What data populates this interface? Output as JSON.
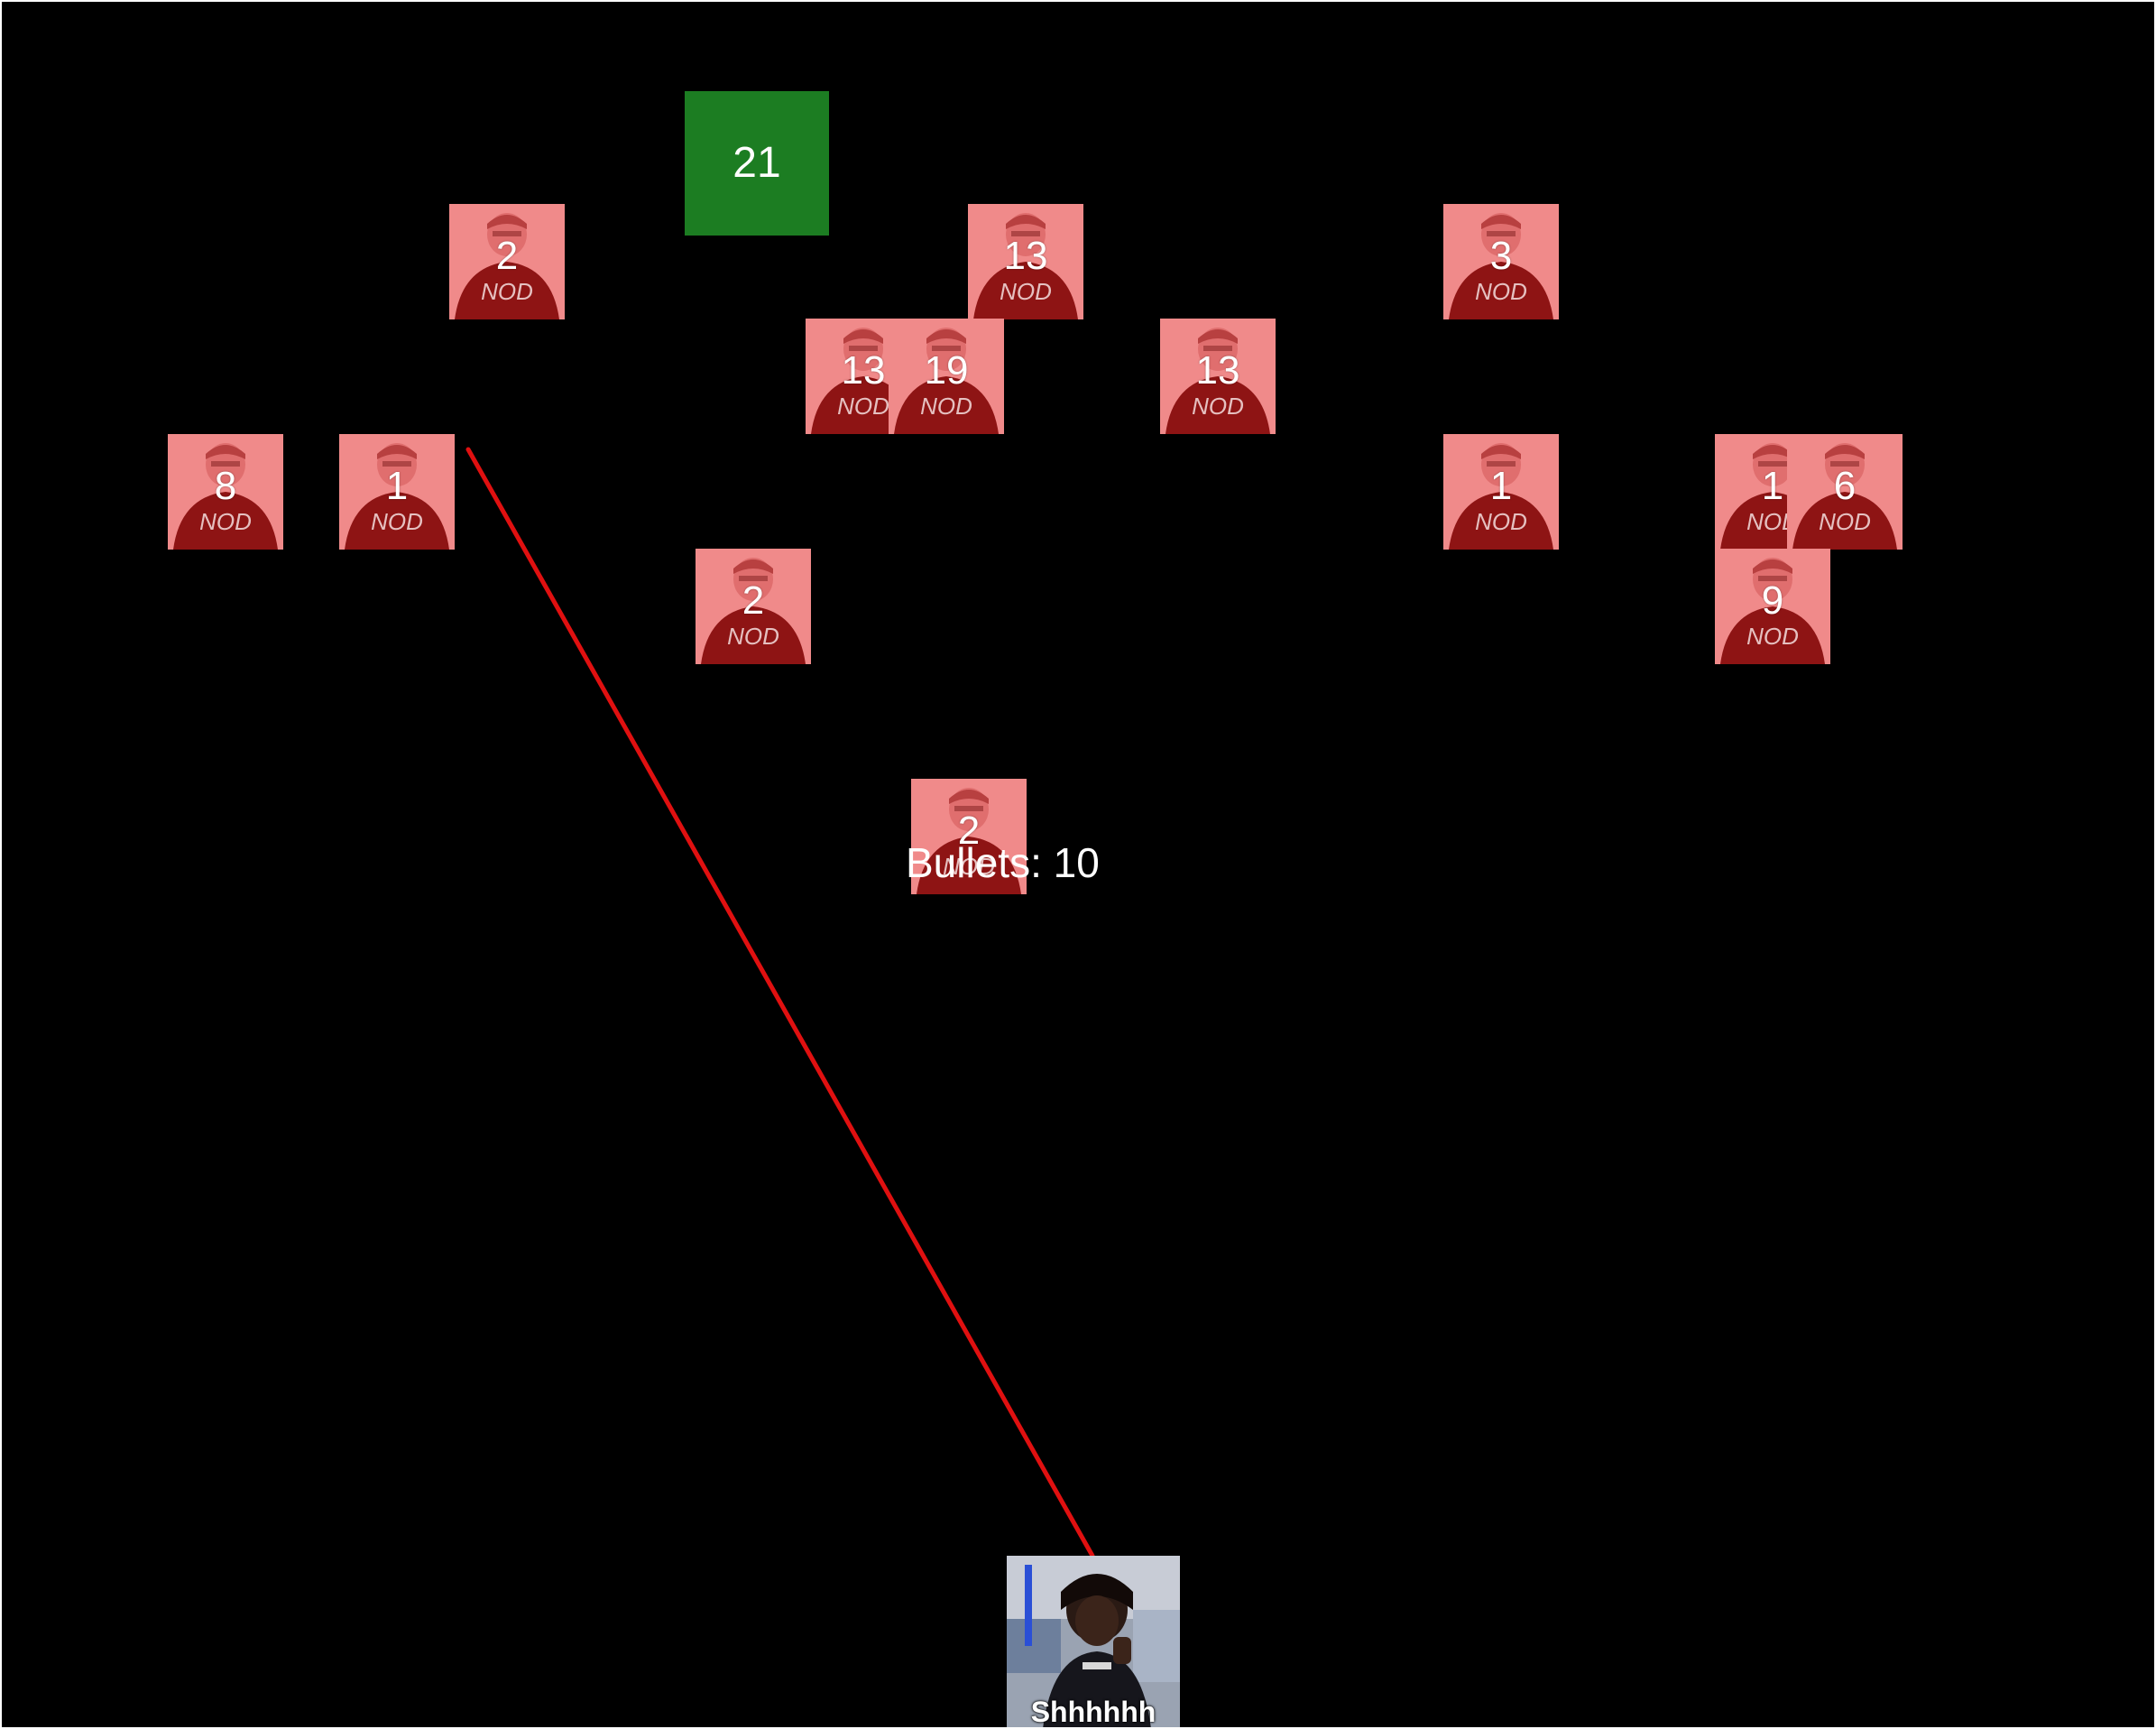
{
  "colors": {
    "background": "#000000",
    "block_fill": "#f08a8a",
    "block_shirt": "#8e1414",
    "bonus_fill": "#1c7d22",
    "aim_line": "#e01010",
    "text": "#ffffff"
  },
  "blocks": [
    {
      "label": "2",
      "icon": "nod-avatar-icon"
    },
    {
      "label": "13",
      "icon": "nod-avatar-icon"
    },
    {
      "label": "3",
      "icon": "nod-avatar-icon"
    },
    {
      "label": "13",
      "icon": "nod-avatar-icon"
    },
    {
      "label": "19",
      "icon": "nod-avatar-icon"
    },
    {
      "label": "13",
      "icon": "nod-avatar-icon"
    },
    {
      "label": "8",
      "icon": "nod-avatar-icon"
    },
    {
      "label": "1",
      "icon": "nod-avatar-icon"
    },
    {
      "label": "1",
      "icon": "nod-avatar-icon"
    },
    {
      "label": "1",
      "icon": "nod-avatar-icon"
    },
    {
      "label": "6",
      "icon": "nod-avatar-icon"
    },
    {
      "label": "2",
      "icon": "nod-avatar-icon"
    },
    {
      "label": "9",
      "icon": "nod-avatar-icon"
    },
    {
      "label": "2",
      "icon": "nod-avatar-icon"
    }
  ],
  "bonus_block": {
    "label": "21"
  },
  "hud": {
    "bullets_text": "Bullets: 10"
  },
  "player": {
    "caption": "Shhhhhh",
    "icon": "player-avatar-icon"
  },
  "shirt_text": "NOD"
}
